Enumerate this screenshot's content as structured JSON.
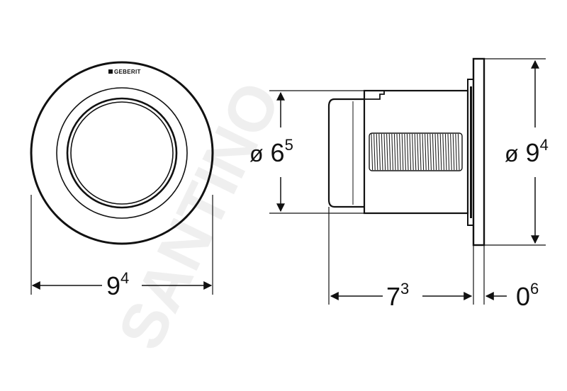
{
  "brand": {
    "logo_text": "GEBERIT"
  },
  "watermark": {
    "text": "SANTINO"
  },
  "dimensions": {
    "front_width": {
      "base": "9",
      "sup": "4"
    },
    "button_diameter": {
      "prefix": "ø",
      "base": "6",
      "sup": "5"
    },
    "plate_diameter": {
      "prefix": "ø",
      "base": "9",
      "sup": "4"
    },
    "depth": {
      "base": "7",
      "sup": "3"
    },
    "plate_thickness": {
      "base": "0",
      "sup": "6"
    }
  },
  "colors": {
    "line": "#111111",
    "background": "#ffffff"
  }
}
